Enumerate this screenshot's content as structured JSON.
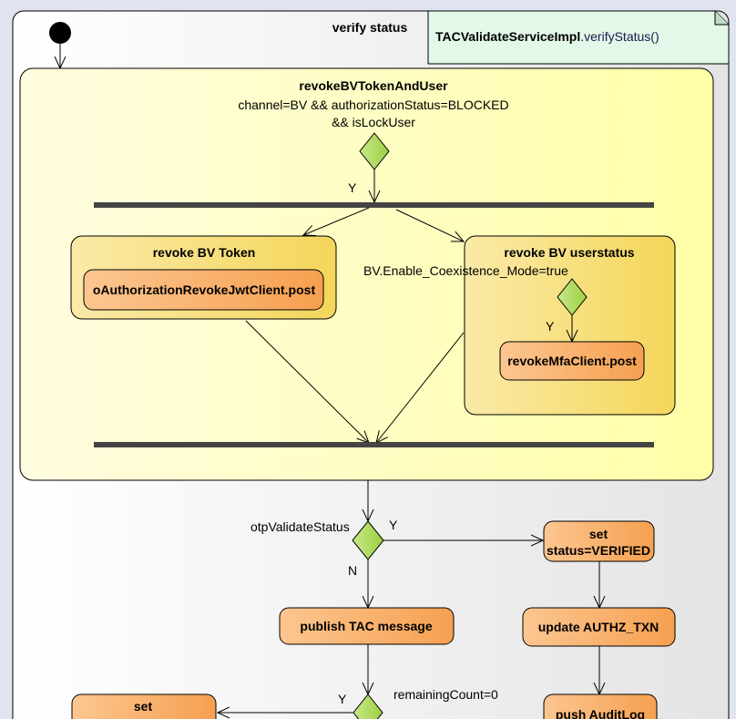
{
  "diagram": {
    "title": "verify status",
    "note": {
      "class_name": "TACValidateServiceImpl",
      "method": ".verifyStatus()"
    },
    "colors": {
      "region": "#ffffc0",
      "subregion": "#f5d860",
      "action": "#f7a650",
      "decision": "#a8d64a",
      "note": "#e2f8e8",
      "bar": "#444444"
    },
    "region": {
      "title": "revokeBVTokenAndUser",
      "guard_line1": "channel=BV && authorizationStatus=BLOCKED",
      "guard_line2": "&& isLockUser",
      "yes_label": "Y",
      "left": {
        "title": "revoke BV Token",
        "action": "oAuthorizationRevokeJwtClient.post"
      },
      "right": {
        "title": "revoke BV userstatus",
        "guard": "BV.Enable_Coexistence_Mode=true",
        "yes_label": "Y",
        "action": "revokeMfaClient.post"
      }
    },
    "otp": {
      "guard": "otpValidateStatus",
      "yes_label": "Y",
      "no_label": "N"
    },
    "actions": {
      "set_verified_line1": "set",
      "set_verified_line2": "status=VERIFIED",
      "publish": "publish TAC message",
      "update": "update AUTHZ_TXN",
      "push": "push AuditLog",
      "set_bottom": "set"
    },
    "remaining": {
      "guard": "remainingCount=0",
      "yes_label": "Y"
    }
  }
}
